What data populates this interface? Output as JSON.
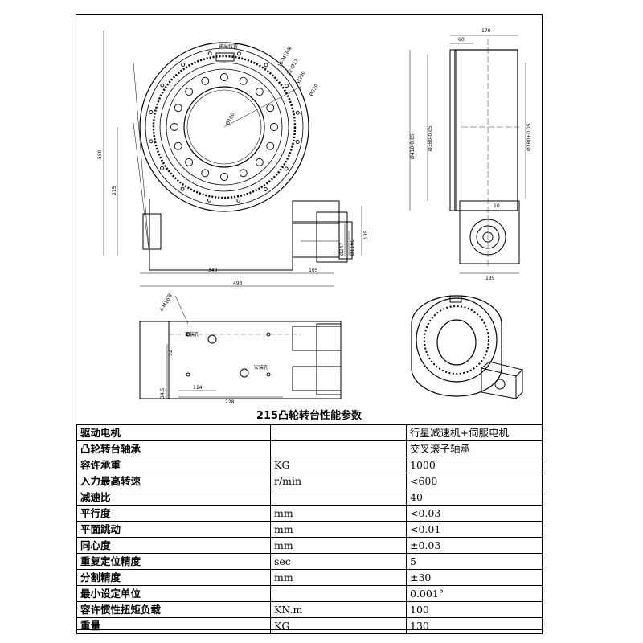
{
  "drawing": {
    "front_view": {
      "dim_height": "580",
      "dim_center_height": "215",
      "dim_width_body": "340",
      "dim_width_motor": "105",
      "dim_total_width": "493",
      "dim_motor_height": "135",
      "dim_motor_d1": "Ø116G",
      "dim_motor_d2": "Ø247",
      "label_top": "输出位置",
      "label_holes1": "16-M16深",
      "label_holes2": "12-Ø13",
      "label_d1": "Ø290",
      "label_d2": "Ø330",
      "label_inner": "Ø180"
    },
    "side_view": {
      "dim_total": "170",
      "dim_flange": "60",
      "dim_d1": "Ø410-0.05",
      "dim_d2": "Ø380-0.05",
      "dim_d3": "Ø180+0.05",
      "dim_motor_w": "135",
      "dim_motor_top": "10"
    },
    "bottom_view": {
      "label_holes": "4-M16深",
      "label_a": "安装孔",
      "label_b": "安装孔",
      "dim_52": "52",
      "dim_114": "114",
      "dim_228": "228",
      "dim_34": "34.5"
    }
  },
  "table": {
    "title": "215凸轮转台性能参数",
    "rows": [
      {
        "name": "驱动电机",
        "unit": "",
        "value": "行星减速机+伺服电机"
      },
      {
        "name": "凸轮转台轴承",
        "unit": "",
        "value": "交叉滚子轴承"
      },
      {
        "name": "容许承重",
        "unit": "KG",
        "value": "1000"
      },
      {
        "name": "入力最高转速",
        "unit": "r/min",
        "value": "<600"
      },
      {
        "name": "减速比",
        "unit": "",
        "value": "40"
      },
      {
        "name": "平行度",
        "unit": "mm",
        "value": "<0.03"
      },
      {
        "name": "平面跳动",
        "unit": "mm",
        "value": "<0.01"
      },
      {
        "name": "同心度",
        "unit": "mm",
        "value": "±0.03"
      },
      {
        "name": "重复定位精度",
        "unit": "sec",
        "value": "5"
      },
      {
        "name": "分割精度",
        "unit": "mm",
        "value": "±30"
      },
      {
        "name": "最小设定单位",
        "unit": "",
        "value": "0.001°"
      },
      {
        "name": "容许惯性扭矩负载",
        "unit": "KN.m",
        "value": "100"
      },
      {
        "name": "重量",
        "unit": "KG",
        "value": "130"
      }
    ]
  }
}
